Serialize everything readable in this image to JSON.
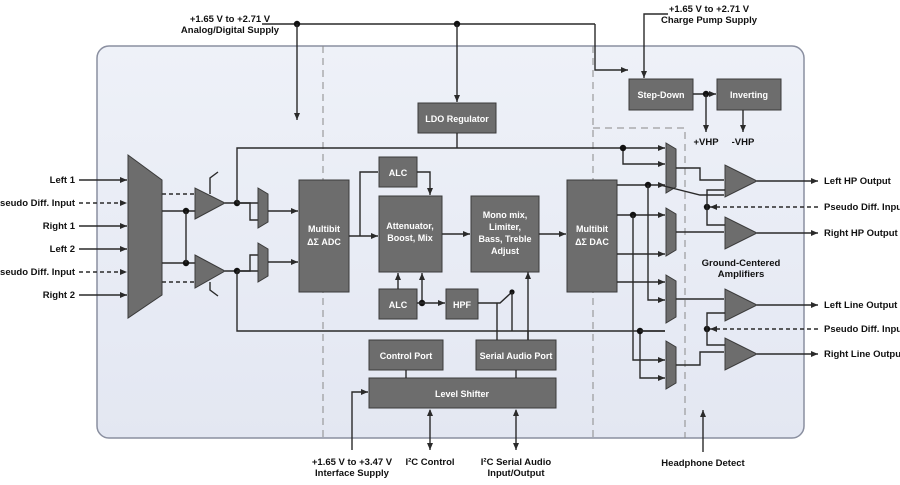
{
  "supplies": {
    "analog_digital": [
      "+1.65 V to +2.71 V",
      "Analog/Digital Supply"
    ],
    "charge_pump": [
      "+1.65 V to +2.71 V",
      "Charge Pump Supply"
    ],
    "interface": [
      "+1.65 V to +3.47 V",
      "Interface Supply"
    ]
  },
  "inputs": [
    "Left 1",
    "Pseudo Diff. Input",
    "Right 1",
    "Left 2",
    "Pseudo Diff. Input",
    "Right 2"
  ],
  "outputs": {
    "left_hp": "Left HP Output",
    "pseudo_hp": "Pseudo Diff. Input",
    "right_hp": "Right HP Output",
    "gca": [
      "Ground-Centered",
      "Amplifiers"
    ],
    "left_line": "Left Line Output",
    "pseudo_line": "Pseudo Diff. Input",
    "right_line": "Right Line Output"
  },
  "blocks": {
    "ldo": "LDO Regulator",
    "step_down": "Step-Down",
    "inverting": "Inverting",
    "vhp_pos": "+VHP",
    "vhp_neg": "-VHP",
    "adc": [
      "Multibit",
      "ΔΣ ADC"
    ],
    "alc_top": "ALC",
    "alc_bottom": "ALC",
    "hpf": "HPF",
    "attenuator": [
      "Attenuator,",
      "Boost, Mix"
    ],
    "mono": [
      "Mono mix,",
      "Limiter,",
      "Bass, Treble",
      "Adjust"
    ],
    "dac": [
      "Multibit",
      "ΔΣ DAC"
    ],
    "control_port": "Control Port",
    "serial_port": "Serial Audio Port",
    "level_shifter": "Level Shifter"
  },
  "bottom_labels": {
    "i2c_control": "I²C Control",
    "i2c_serial": [
      "I²C Serial Audio",
      "Input/Output"
    ],
    "headphone_detect": "Headphone Detect"
  },
  "colors": {
    "chip_fill": "#e9ecf5",
    "block_fill": "#6d6d6d",
    "wire": "#2a2a2a"
  }
}
